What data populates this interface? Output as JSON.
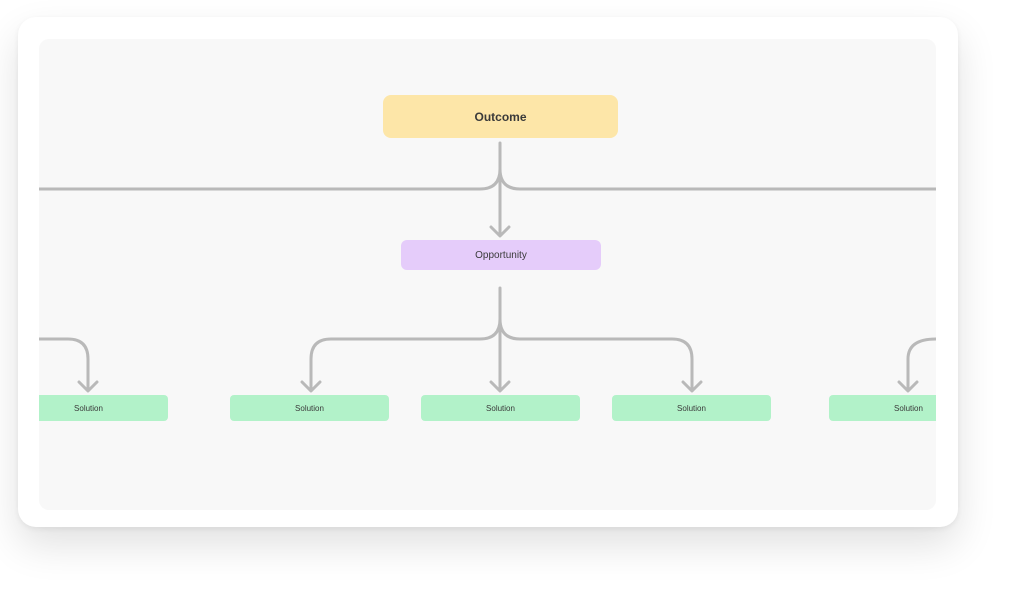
{
  "diagram": {
    "outcome": {
      "label": "Outcome",
      "color": "#fde6a8"
    },
    "opportunity": {
      "label": "Opportunity",
      "color": "#e5ccfa"
    },
    "solutions": [
      {
        "label": "Solution"
      },
      {
        "label": "Solution"
      },
      {
        "label": "Solution"
      },
      {
        "label": "Solution"
      },
      {
        "label": "Solution"
      }
    ],
    "solution_color": "#b2f2c9",
    "connector_color": "#b9b9b9"
  }
}
